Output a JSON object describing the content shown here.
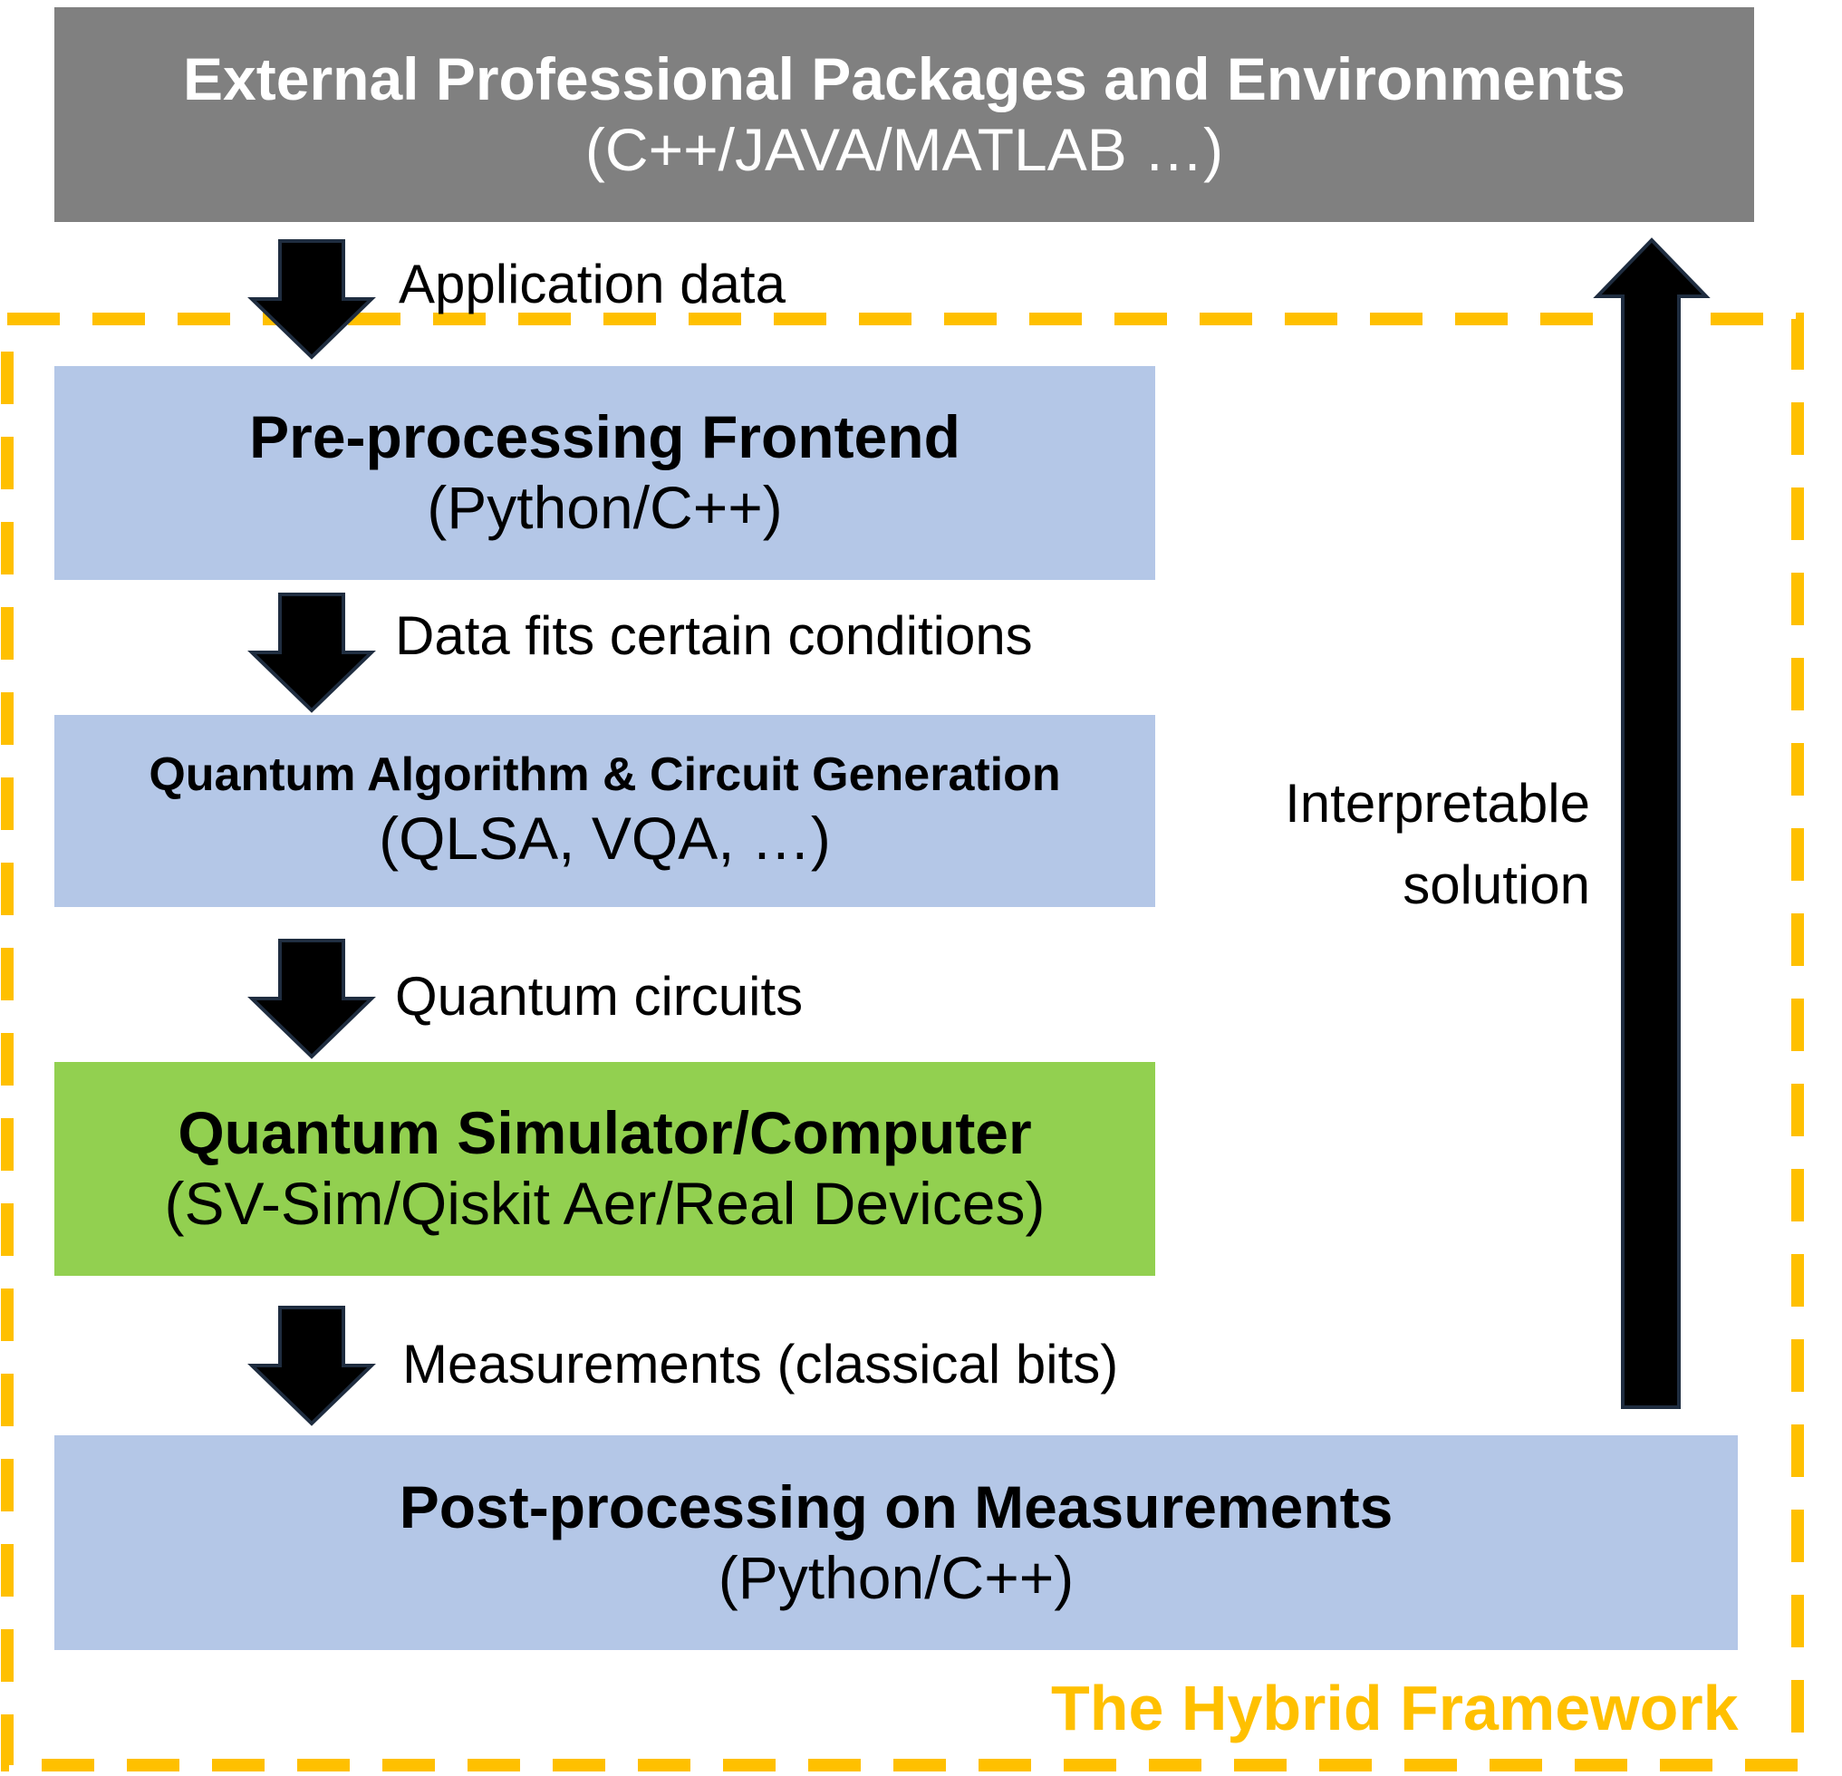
{
  "colors": {
    "external_bg": "#808080",
    "blue_box_bg": "#b4c7e7",
    "green_box_bg": "#92d050",
    "framework_border": "#ffc000",
    "arrow_fill": "#000000",
    "arrow_stroke": "#1f2d40"
  },
  "external": {
    "title": "External Professional Packages and Environments",
    "subtitle": "(C++/JAVA/MATLAB …)"
  },
  "preprocessing": {
    "title": "Pre-processing Frontend",
    "subtitle": "(Python/C++)"
  },
  "quantum_algorithm": {
    "title": "Quantum Algorithm & Circuit Generation",
    "subtitle": "(QLSA, VQA, …)"
  },
  "quantum_simulator": {
    "title": "Quantum Simulator/Computer",
    "subtitle": "(SV-Sim/Qiskit Aer/Real Devices)"
  },
  "postprocessing": {
    "title": "Post-processing on Measurements",
    "subtitle": "(Python/C++)"
  },
  "edges": {
    "application_data": "Application data",
    "data_fits": "Data fits certain conditions",
    "quantum_circuits": "Quantum circuits",
    "measurements": "Measurements (classical bits)",
    "interpretable_line1": "Interpretable",
    "interpretable_line2": "solution"
  },
  "framework": {
    "label": "The Hybrid Framework"
  },
  "icons": {
    "down_arrow": "down-arrow-icon",
    "up_arrow": "up-arrow-icon"
  }
}
